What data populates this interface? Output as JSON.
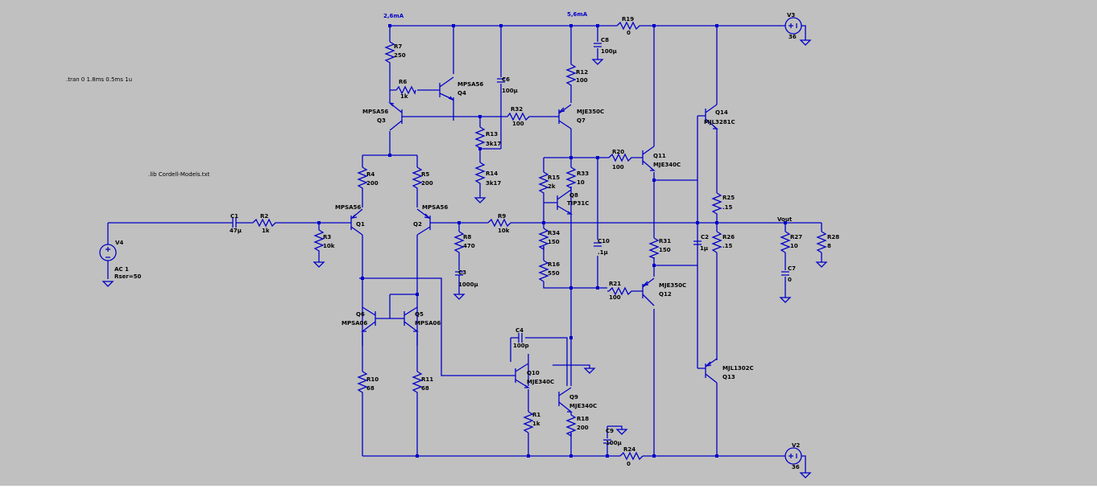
{
  "directives": {
    "tran": ".tran 0 1.8ms 0.5ms 1u",
    "lib": ".lib Cordell-Models.txt"
  },
  "currents": {
    "front": "2,6mA",
    "vas": "5,6mA"
  },
  "nets": {
    "vout": "Vout"
  },
  "sources": {
    "V4": {
      "name": "V4",
      "value": "AC 1",
      "extra": "Rser=50"
    },
    "V3": {
      "name": "V3",
      "value": "36"
    },
    "V2": {
      "name": "V2",
      "value": "36"
    }
  },
  "resistors": {
    "R1": {
      "name": "R1",
      "value": "1k"
    },
    "R2": {
      "name": "R2",
      "value": "1k"
    },
    "R3": {
      "name": "R3",
      "value": "10k"
    },
    "R4": {
      "name": "R4",
      "value": "200"
    },
    "R5": {
      "name": "R5",
      "value": "200"
    },
    "R6": {
      "name": "R6",
      "value": "1k"
    },
    "R7": {
      "name": "R7",
      "value": "250"
    },
    "R8": {
      "name": "R8",
      "value": "470"
    },
    "R9": {
      "name": "R9",
      "value": "10k"
    },
    "R10": {
      "name": "R10",
      "value": "68"
    },
    "R11": {
      "name": "R11",
      "value": "68"
    },
    "R12": {
      "name": "R12",
      "value": "100"
    },
    "R13": {
      "name": "R13",
      "value": "3k17"
    },
    "R14": {
      "name": "R14",
      "value": "3k17"
    },
    "R15": {
      "name": "R15",
      "value": "2k"
    },
    "R16": {
      "name": "R16",
      "value": "550"
    },
    "R18": {
      "name": "R18",
      "value": "200"
    },
    "R19": {
      "name": "R19",
      "value": "0"
    },
    "R20": {
      "name": "R20",
      "value": "100"
    },
    "R21": {
      "name": "R21",
      "value": "100"
    },
    "R24": {
      "name": "R24",
      "value": "0"
    },
    "R25": {
      "name": "R25",
      "value": ".15"
    },
    "R26": {
      "name": "R26",
      "value": ".15"
    },
    "R27": {
      "name": "R27",
      "value": "10"
    },
    "R28": {
      "name": "R28",
      "value": "8"
    },
    "R31": {
      "name": "R31",
      "value": "150"
    },
    "R32": {
      "name": "R32",
      "value": "100"
    },
    "R33": {
      "name": "R33",
      "value": "10"
    },
    "R34": {
      "name": "R34",
      "value": "150"
    }
  },
  "capacitors": {
    "C1": {
      "name": "C1",
      "value": "47µ"
    },
    "C2": {
      "name": "C2",
      "value": "1µ"
    },
    "C3": {
      "name": "C3",
      "value": "1000µ"
    },
    "C4": {
      "name": "C4",
      "value": "100p"
    },
    "C6": {
      "name": "C6",
      "value": "100µ"
    },
    "C7": {
      "name": "C7",
      "value": "0"
    },
    "C8": {
      "name": "C8",
      "value": "100µ"
    },
    "C9": {
      "name": "C9",
      "value": "100µ"
    },
    "C10": {
      "name": "C10",
      "value": ".1µ"
    }
  },
  "transistors": {
    "Q1": {
      "name": "Q1",
      "model": "MPSA56"
    },
    "Q2": {
      "name": "Q2",
      "model": "MPSA56"
    },
    "Q3": {
      "name": "Q3",
      "model": "MPSA56"
    },
    "Q4": {
      "name": "Q4",
      "model": "MPSA56"
    },
    "Q5": {
      "name": "Q5",
      "model": "MPSA06"
    },
    "Q6": {
      "name": "Q6",
      "model": "MPSA06"
    },
    "Q7": {
      "name": "Q7",
      "model": "MJE350C"
    },
    "Q8": {
      "name": "Q8",
      "model": "TIP31C"
    },
    "Q9": {
      "name": "Q9",
      "model": "MJE340C"
    },
    "Q10": {
      "name": "Q10",
      "model": "MJE340C"
    },
    "Q11": {
      "name": "Q11",
      "model": "MJE340C"
    },
    "Q12": {
      "name": "Q12",
      "model": "MJE350C"
    },
    "Q13": {
      "name": "Q13",
      "model": "MJL1302C"
    },
    "Q14": {
      "name": "Q14",
      "model": "MJL3281C"
    }
  }
}
